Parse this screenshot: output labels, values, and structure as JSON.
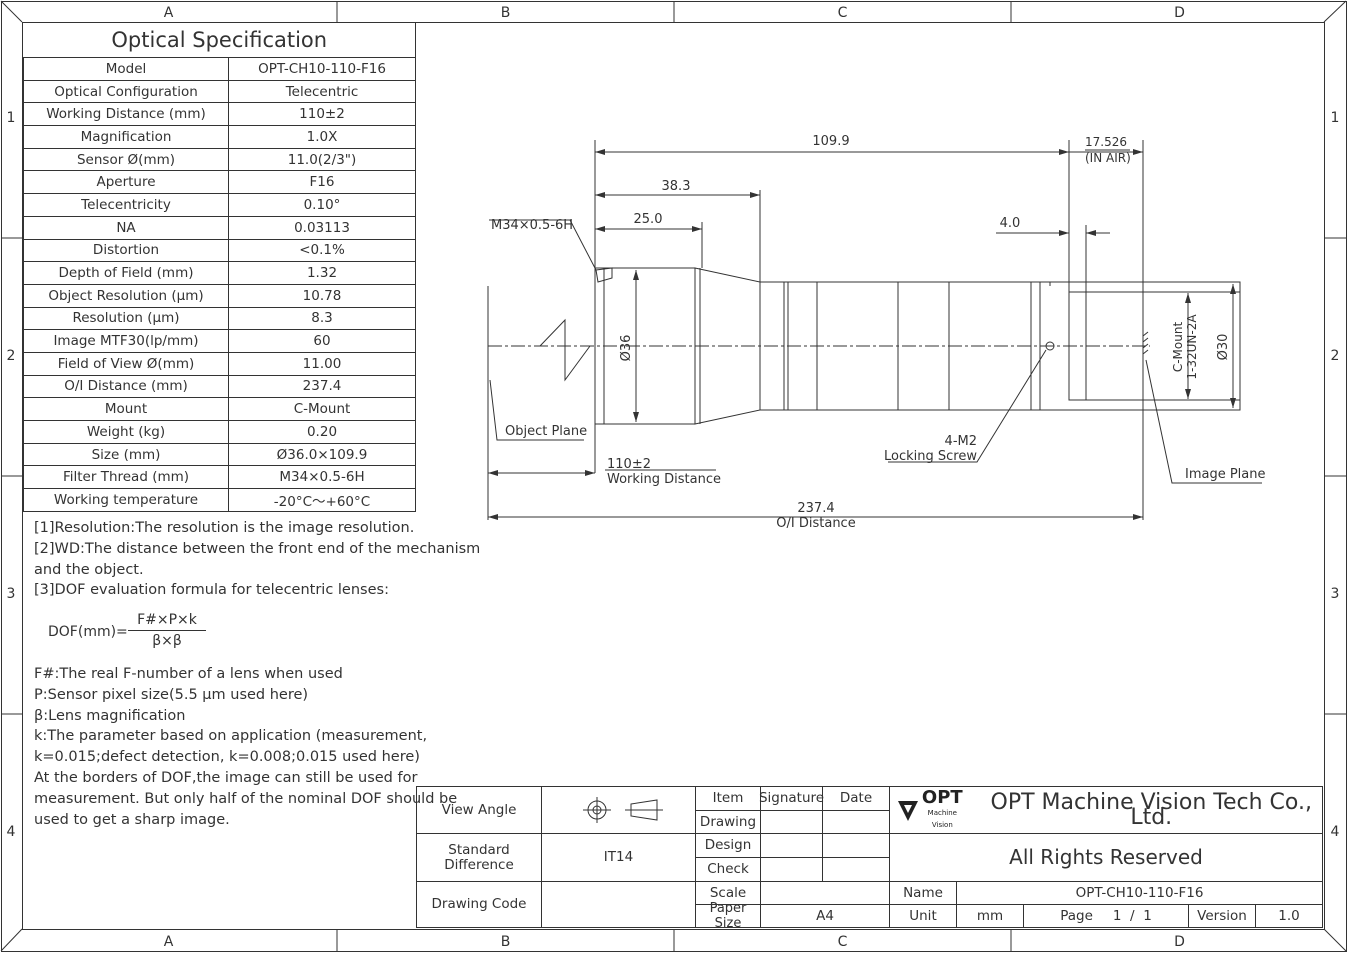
{
  "zones": {
    "cols": [
      "A",
      "B",
      "C",
      "D"
    ],
    "rows": [
      "1",
      "2",
      "3",
      "4"
    ]
  },
  "spec": {
    "title": "Optical Specification",
    "rows": [
      {
        "label": "Model",
        "value": "OPT-CH10-110-F16"
      },
      {
        "label": "Optical Configuration",
        "value": "Telecentric"
      },
      {
        "label": "Working Distance (mm)",
        "value": "110±2"
      },
      {
        "label": "Magnification",
        "value": "1.0X"
      },
      {
        "label": "Sensor Ø(mm)",
        "value": "11.0(2/3\")"
      },
      {
        "label": "Aperture",
        "value": "F16"
      },
      {
        "label": "Telecentricity",
        "value": "0.10°"
      },
      {
        "label": "NA",
        "value": "0.03113"
      },
      {
        "label": "Distortion",
        "value": "<0.1%"
      },
      {
        "label": "Depth of Field (mm)",
        "value": "1.32"
      },
      {
        "label": "Object Resolution (μm)",
        "value": "10.78"
      },
      {
        "label": "Resolution (μm)",
        "value": "8.3"
      },
      {
        "label": "Image MTF30(lp/mm)",
        "value": "60"
      },
      {
        "label": "Field of View Ø(mm)",
        "value": "11.00"
      },
      {
        "label": "O/I Distance (mm)",
        "value": "237.4"
      },
      {
        "label": "Mount",
        "value": "C-Mount"
      },
      {
        "label": "Weight (kg)",
        "value": "0.20"
      },
      {
        "label": "Size (mm)",
        "value": "Ø36.0×109.9"
      },
      {
        "label": "Filter Thread (mm)",
        "value": "M34×0.5-6H"
      },
      {
        "label": "Working temperature",
        "value": "-20°C～+60°C"
      }
    ]
  },
  "notes": [
    "[1]Resolution:The resolution is the image resolution.",
    "[2]WD:The distance between the front end of the mechanism",
    "and the object.",
    "[3]DOF evaluation formula for telecentric lenses:"
  ],
  "formula": {
    "lhs": "DOF(mm)=",
    "numerator": "F#×P×k",
    "denominator": "β×β"
  },
  "definitions": [
    "    F#:The real F-number of a lens when used",
    "    P:Sensor pixel size(5.5 μm used here)",
    "    β:Lens magnification",
    "    k:The parameter based on application (measurement,",
    "k=0.015;defect detection, k=0.008;0.015 used here)",
    " At the borders of DOF,the image can still be used for",
    " measurement. But only half of the nominal DOF should be",
    " used to get a sharp image."
  ],
  "drawing": {
    "dim_total": "109.9",
    "dim_air": "17.526",
    "dim_air_note": "(IN AIR)",
    "dim_38": "38.3",
    "dim_25": "25.0",
    "dim_4": "4.0",
    "thread": "M34×0.5-6H",
    "dia36": "Ø36",
    "dia30": "Ø30",
    "mount1": "C-Mount",
    "mount2": "1-32UN-2A",
    "object_plane": "Object Plane",
    "image_plane": "Image Plane",
    "screw_count": "4-M2",
    "screw_label": "Locking Screw",
    "wd_value": "110±2",
    "wd_label": "Working Distance",
    "oi_value": "237.4",
    "oi_label": "O/I Distance"
  },
  "title_block": {
    "view_angle": "View Angle",
    "standard_difference": "Standard Difference",
    "it": "IT14",
    "drawing_code": "Drawing Code",
    "item": "Item",
    "signature": "Signature",
    "date": "Date",
    "drawing": "Drawing",
    "design": "Design",
    "check": "Check",
    "scale": "Scale",
    "paper_size": "Paper Size",
    "paper_value": "A4",
    "logo": "OPT",
    "logo_sub": "Machine Vision",
    "company": "OPT Machine Vision Tech Co., Ltd.",
    "rights": "All Rights Reserved",
    "name_label": "Name",
    "name_value": "OPT-CH10-110-F16",
    "unit_label": "Unit",
    "unit_value": "mm",
    "page_label": "Page",
    "page_value": "1  /  1",
    "version_label": "Version",
    "version_value": "1.0"
  }
}
